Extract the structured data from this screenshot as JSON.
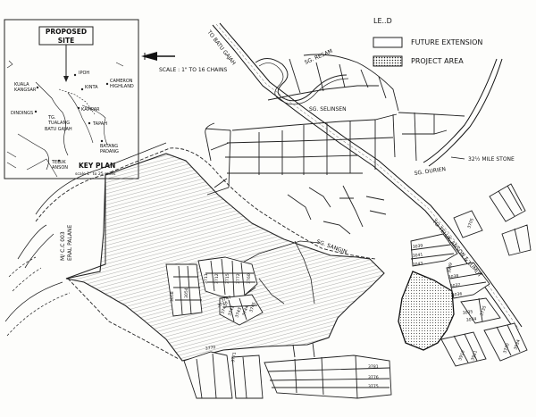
{
  "key_plan": {
    "site_label_1": "PROPOSED",
    "site_label_2": "SITE",
    "places": [
      "KUALA",
      "KANGSAR",
      "IPOH",
      "KINTA",
      "CAMERON",
      "HIGHLAND",
      "KAMPAR",
      "DINDINGS",
      "TG.",
      "TUALANG",
      "BATU GAJAH",
      "TAPAH",
      "BATANG",
      "PADANG",
      "TELUK",
      "ANSON"
    ],
    "title": "KEY PLAN",
    "scale": "scale 1\" to 25 miles"
  },
  "legend": {
    "header": "LE..D",
    "items": [
      {
        "label": "FUTURE EXTENSION",
        "pattern": "blank"
      },
      {
        "label": "PROJECT AREA",
        "pattern": "dotted"
      }
    ]
  },
  "scale_note": "SCALE : 1\" TO 16 CHAINS",
  "road_labels": {
    "main_road": "TO TELUK ANSON & LUMUT",
    "upper_road": "TO BATU GAJAH",
    "milestone": "32½ MILE STONE"
  },
  "street_labels": [
    "SG. RESAM",
    "SG. SELINSEN",
    "SG. DURIEN",
    "SG. SANGIN"
  ],
  "reserve_label_1": "M/ C.C 003",
  "reserve_label_2": "ERAL PALANE",
  "lot_numbers": {
    "right_cluster": [
      "3039",
      "3041",
      "3043",
      "3038",
      "3037",
      "3036",
      "3035",
      "3034"
    ],
    "mid_cluster": [
      "3058",
      "3054",
      "3711",
      "3712",
      "3715",
      "3772",
      "3760"
    ],
    "center_cluster": [
      "3741",
      "3742",
      "3743",
      "3744",
      "3745",
      "3746",
      "3747"
    ],
    "bottom_cluster": [
      "3781",
      "3776",
      "3775"
    ],
    "bottom_left": [
      "3770",
      "3771"
    ],
    "far_right": [
      "3939",
      "3910",
      "3911",
      "3735",
      "3730",
      "3934",
      "3705"
    ]
  },
  "colors": {
    "ink": "#1a1a1a",
    "paper": "#fdfdfb"
  }
}
